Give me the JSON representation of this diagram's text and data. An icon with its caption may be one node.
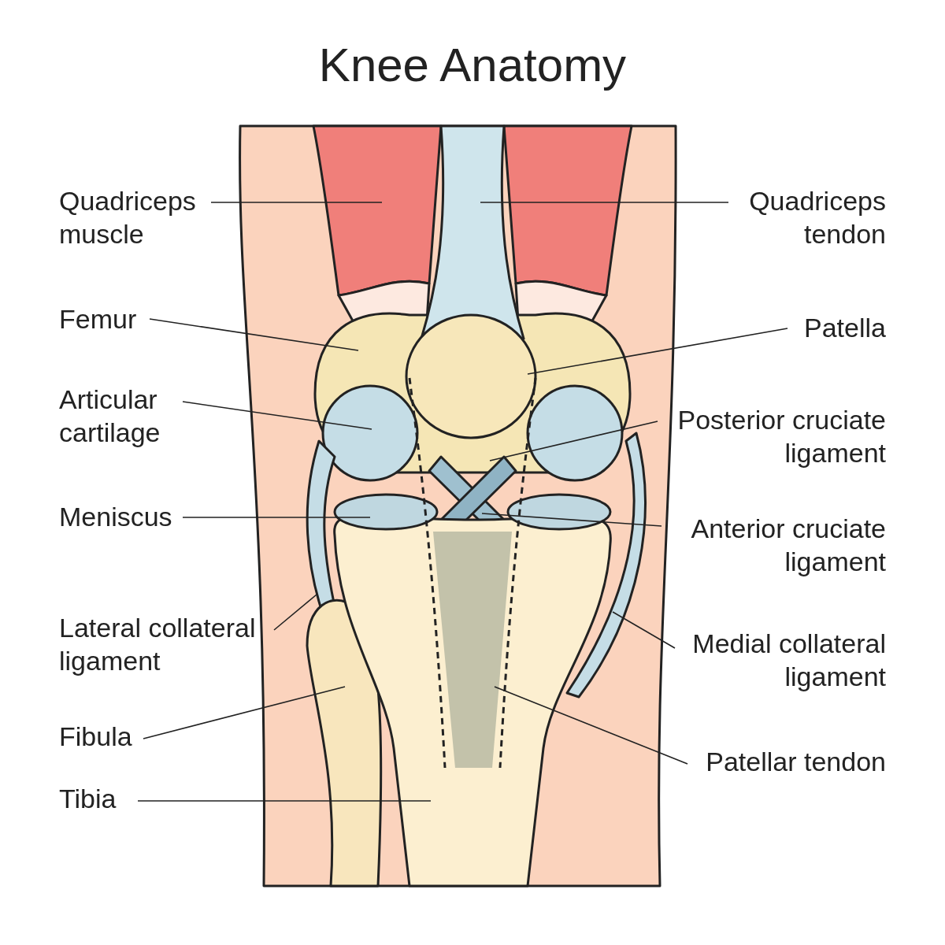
{
  "diagram": {
    "title": "Knee Anatomy",
    "nodes": [
      {
        "text": [
          "Quadriceps muscle"
        ]
      },
      {
        "text": [
          "Quadriceps tendon"
        ]
      },
      {
        "text": [
          "Femur"
        ]
      },
      {
        "text": [
          "Patella"
        ]
      },
      {
        "text": [
          "Articular cartilage"
        ]
      },
      {
        "text": [
          "Posterior cruciate ligament"
        ]
      },
      {
        "text": [
          "Meniscus"
        ]
      },
      {
        "text": [
          "Anterior cruciate ligament"
        ]
      },
      {
        "text": [
          "Lateral collateral ligament"
        ]
      },
      {
        "text": [
          "Medial collateral ligament"
        ]
      },
      {
        "text": [
          "Fibula"
        ]
      },
      {
        "text": [
          "Patellar tendon"
        ]
      },
      {
        "text": [
          "Tibia"
        ]
      }
    ],
    "edges": [
      {
        "from": 0,
        "to": null,
        "arrow": "none"
      },
      {
        "from": 1,
        "to": null,
        "arrow": "none"
      },
      {
        "from": 2,
        "to": null,
        "arrow": "none"
      },
      {
        "from": 3,
        "to": null,
        "arrow": "none"
      },
      {
        "from": 4,
        "to": null,
        "arrow": "none"
      },
      {
        "from": 5,
        "to": null,
        "arrow": "none"
      },
      {
        "from": 6,
        "to": null,
        "arrow": "none"
      },
      {
        "from": 7,
        "to": null,
        "arrow": "none"
      },
      {
        "from": 8,
        "to": null,
        "arrow": "none"
      },
      {
        "from": 9,
        "to": null,
        "arrow": "none"
      },
      {
        "from": 10,
        "to": null,
        "arrow": "none"
      },
      {
        "from": 11,
        "to": null,
        "arrow": "none"
      },
      {
        "from": 12,
        "to": null,
        "arrow": "none"
      }
    ]
  }
}
